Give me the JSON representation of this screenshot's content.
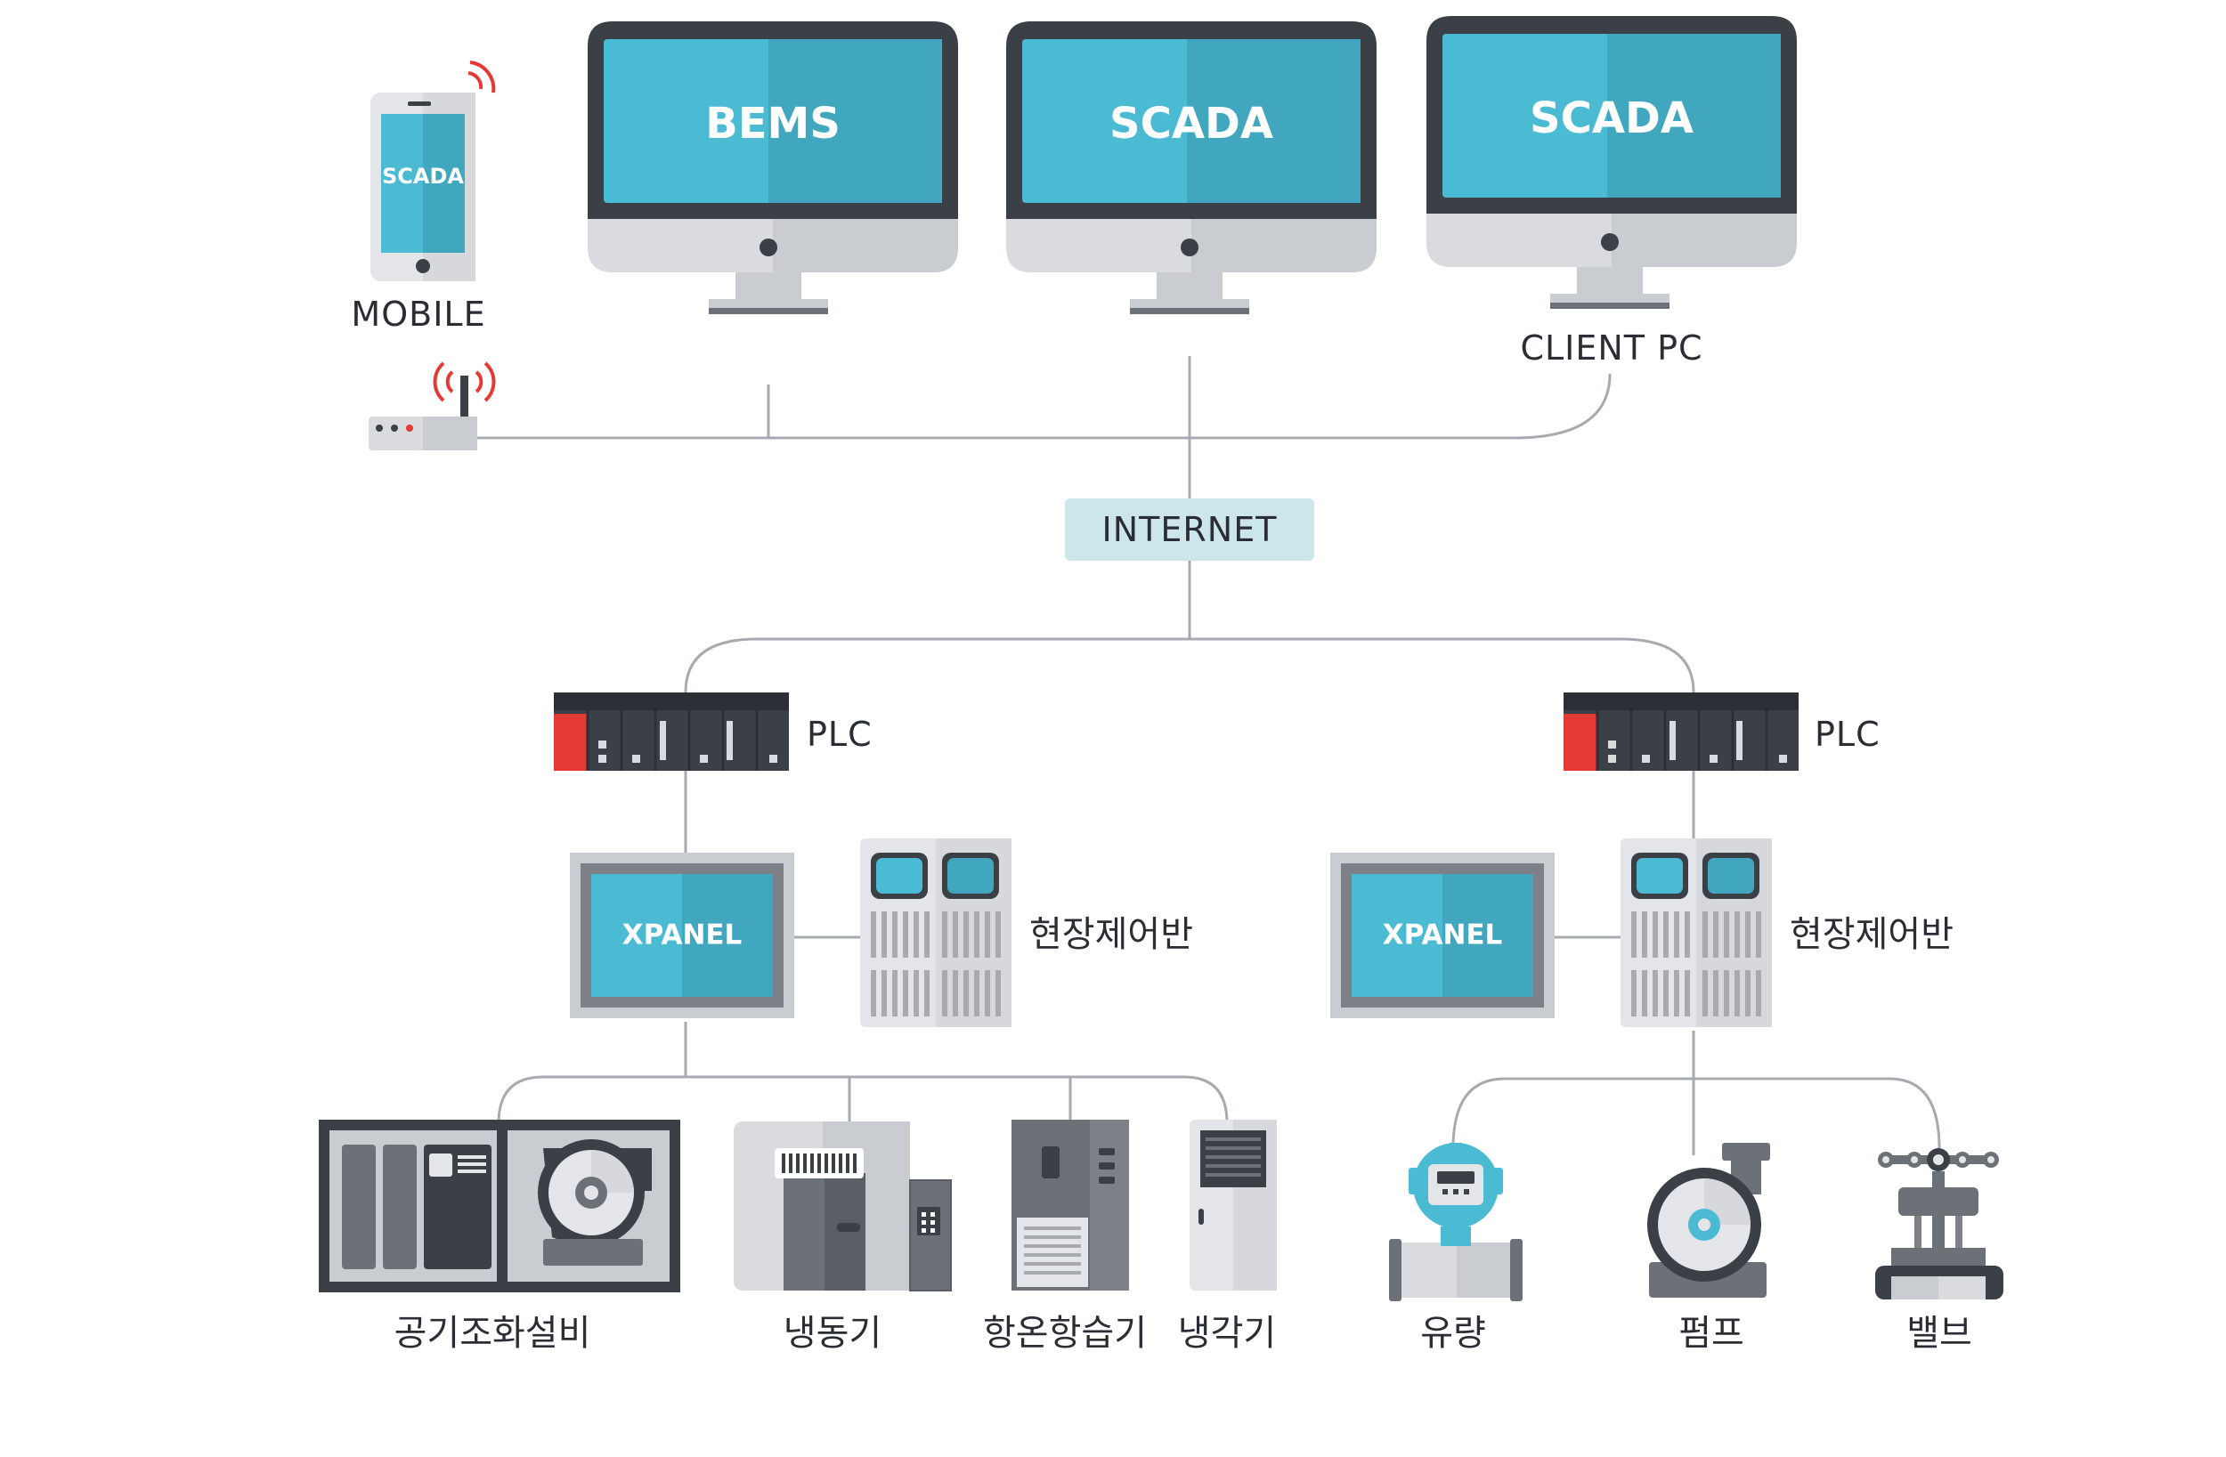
{
  "top": {
    "mobile": {
      "screen_text": "SCADA",
      "label": "MOBILE"
    },
    "monitors": [
      {
        "screen_text": "BEMS"
      },
      {
        "screen_text": "SCADA"
      },
      {
        "screen_text": "SCADA",
        "label": "CLIENT PC"
      }
    ]
  },
  "network": {
    "internet_label": "INTERNET"
  },
  "left_branch": {
    "plc_label": "PLC",
    "xpanel_text": "XPANEL",
    "panel_label": "현장제어반",
    "devices": [
      "공기조화설비",
      "냉동기",
      "항온항습기",
      "냉각기"
    ]
  },
  "right_branch": {
    "plc_label": "PLC",
    "xpanel_text": "XPANEL",
    "panel_label": "현장제어반",
    "devices": [
      "유량",
      "펌프",
      "밸브"
    ]
  },
  "colors": {
    "screen": "#4bbad3",
    "screen_dark": "#40a7bf",
    "bezel": "#3b3f46",
    "stand": "#c9ccd1",
    "line": "#a7abb0",
    "signal": "#e53935",
    "plc_red": "#e53935"
  },
  "icons": [
    "smartphone-icon",
    "monitor-icon",
    "router-icon",
    "plc-icon",
    "xpanel-icon",
    "control-panel-icon",
    "air-handling-unit-icon",
    "refrigerator-unit-icon",
    "thermo-hygrostat-icon",
    "cooler-icon",
    "flow-meter-icon",
    "pump-icon",
    "valve-icon"
  ]
}
